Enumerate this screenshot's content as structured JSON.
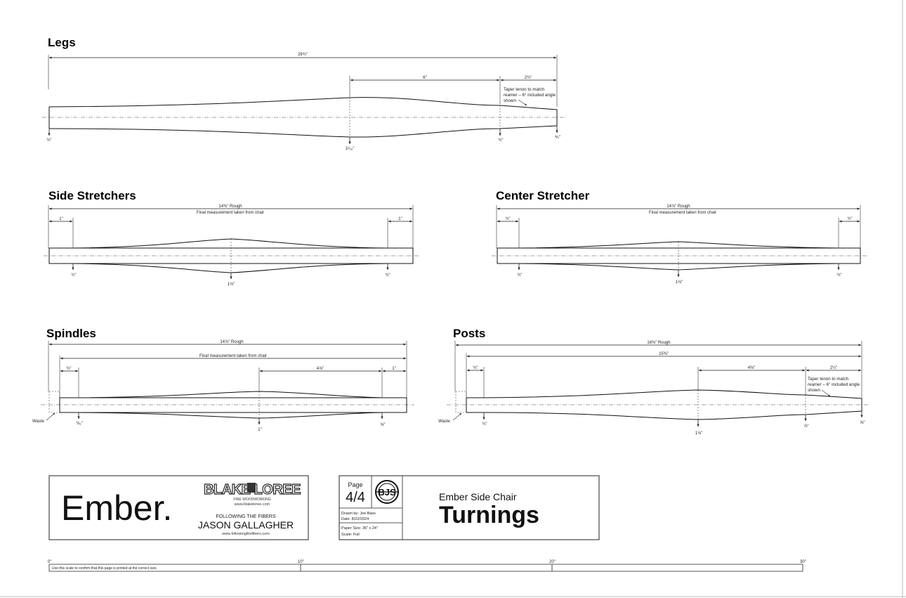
{
  "sections": {
    "legs": {
      "title": "Legs",
      "overall": "29¾\"",
      "seg_mid": "6\"",
      "seg_tenon": "2¾\"",
      "note": [
        "Taper tenon to match",
        "reamer – 6° included angle",
        "shown"
      ],
      "d_left": "¾\"",
      "d_mid": "1¹⁄₁₆\"",
      "d_tenon": "¾\"",
      "d_end": "⅘\""
    },
    "side": {
      "title": "Side Stretchers",
      "overall": "14⅜\" Rough",
      "note": "Final measurement taken from chair",
      "seg_left": "1\"",
      "seg_right": "1\"",
      "d_left": "¾\"",
      "d_mid": "1⅛\"",
      "d_right": "¾\""
    },
    "center": {
      "title": "Center Stretcher",
      "overall": "14⅞\" Rough",
      "note": "Final measurement taken from chair",
      "seg_left": "¾\"",
      "seg_right": "¾\"",
      "d_left": "¾\"",
      "d_mid": "1⅛\"",
      "d_right": "¾\""
    },
    "spindles": {
      "title": "Spindles",
      "overall": "14⅞\" Rough",
      "note": "Final measurement taken from chair",
      "seg_left": "¾\"",
      "seg_mid": "4⅞\"",
      "seg_right": "1\"",
      "waste": "Waste",
      "d_left": "½₆\"",
      "d_mid": "1\"",
      "d_right": "⅝\""
    },
    "posts": {
      "title": "Posts",
      "overall": "16⅜\" Rough",
      "inner": "15⅜\"",
      "seg_left": "¾\"",
      "seg_mid": "4⅜\"",
      "seg_tenon": "2¼\"",
      "note": [
        "Taper tenon to match",
        "reamer – 6° included angle",
        "shown"
      ],
      "waste": "Waste",
      "d_left": "¾\"",
      "d_mid": "1⅛\"",
      "d_tenon": "⅞\"",
      "d_end": "⅝\""
    }
  },
  "titleblock": {
    "brand": "Ember.",
    "maker_logo": "BLAKE LOREE",
    "maker_sub": "FINE WOODWORKING",
    "maker_url": "www.blakeloree.com",
    "partner_tag": "FOLLOWING THE FIBERS",
    "partner_name": "JASON GALLAGHER",
    "partner_url": "www.followingthefibers.com",
    "page_label": "Page",
    "page_num": "4/4",
    "monogram": "BJS",
    "drawn_by": "Drawn by: Joe Bass",
    "date": "Date: 8/22/2024",
    "paper": "Paper Size: 36\" x 24\"",
    "scale": "Scale: Full",
    "subtitle": "Ember Side Chair",
    "main_title": "Turnings"
  },
  "scale_bar": {
    "ticks": [
      "0\"",
      "10\"",
      "20\"",
      "30\""
    ],
    "note": "Use this scale to confirm that this page is printed at the correct size."
  }
}
